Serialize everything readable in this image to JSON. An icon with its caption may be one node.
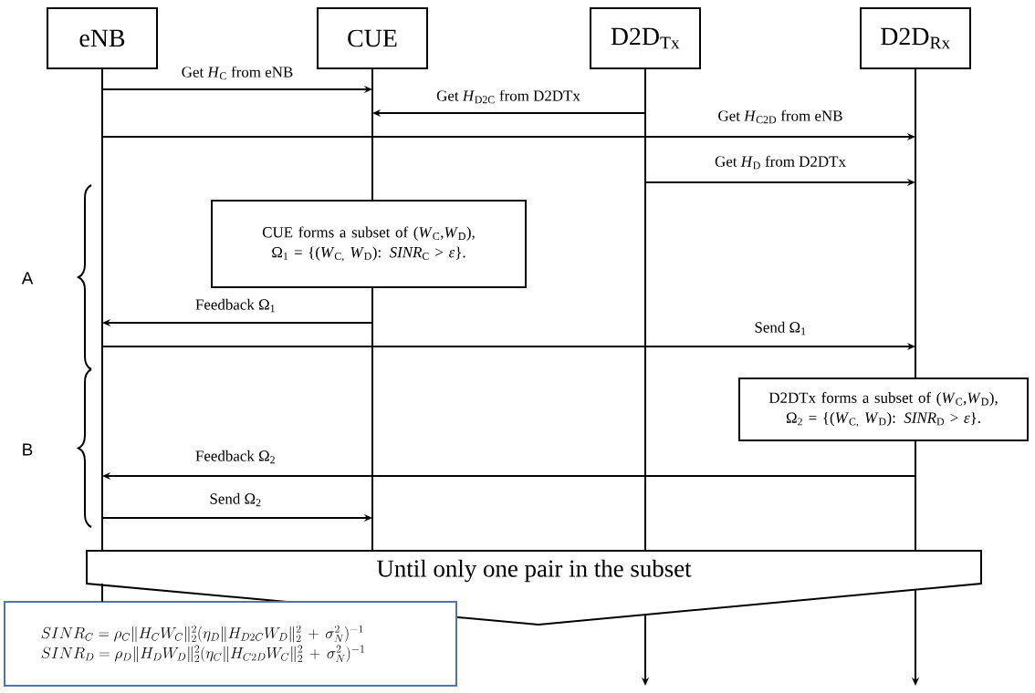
{
  "diagram": {
    "nodes": [
      {
        "text": [
          "eNB"
        ]
      },
      {
        "text": [
          "CUE"
        ]
      },
      {
        "text": [
          "D2D$_{Tx}$"
        ]
      },
      {
        "text": [
          "D2D$_{Rx}$"
        ]
      },
      {
        "text": [
          "CUE forms a subset of (*W*$_{C}$,*W*$_{D}$), Ω$_{1}$ = {(*W*$_{C,}$ *W*$_{D}$): *SINR*$_{C}$ > *ε*}."
        ]
      },
      {
        "text": [
          "D2DTx forms a subset of (*W*$_{C}$,*W*$_{D}$), Ω$_{2}$ = {(*W*$_{C,}$ *W*$_{D}$): *SINR*$_{D}$ > *ε*}."
        ]
      },
      {
        "text": [
          "Until only one pair in the subset"
        ]
      },
      {
        "text": [
          "SINR_C = \\rho_C \\|H_C W_C\\|_2^2 (\\eta_D \\|H_{D2C} W_D\\|_2^2 \\,+\\, \\sigma_N^2)^{-1}",
          "SINR_D = \\rho_D \\|H_D W_D\\|_2^2 (\\eta_C \\|H_{C2D} W_C\\|_2^2 \\,+\\, \\sigma_N^2)^{-1}"
        ]
      },
      {
        "text": [],
        "shape": "bar"
      },
      {
        "text": [],
        "shape": "bar"
      },
      {
        "text": [],
        "shape": "bar"
      },
      {
        "text": [],
        "shape": "bar"
      }
    ],
    "edges": [
      {
        "from": 8,
        "to": 9,
        "arrow": "to",
        "label": "Get *H*$_{C}$ from eNB"
      },
      {
        "from": 10,
        "to": 9,
        "arrow": "to",
        "label": "Get *H*$_{D2C}$ from D2DTx"
      },
      {
        "from": 8,
        "to": 11,
        "arrow": "to",
        "label": "Get *H*$_{C2D}$ from eNB"
      },
      {
        "from": 10,
        "to": 11,
        "arrow": "to",
        "label": "Get *H*$_{D}$ from D2DTx"
      },
      {
        "from": 9,
        "to": 8,
        "arrow": "to",
        "label": "Feedback Ω$_{1}$"
      },
      {
        "from": 8,
        "to": 11,
        "arrow": "to",
        "label": "Send Ω$_{1}$"
      },
      {
        "from": 11,
        "to": 8,
        "arrow": "to",
        "label": "Feedback Ω$_{2}$"
      },
      {
        "from": 8,
        "to": 9,
        "arrow": "to",
        "label": "Send Ω$_{2}$"
      },
      {
        "from": 6,
        "to": null,
        "arrow": "to"
      },
      {
        "from": 6,
        "to": null,
        "arrow": "to"
      },
      {
        "from": 6,
        "to": 7,
        "arrow": "none"
      }
    ],
    "labels": [
      "A",
      "B"
    ]
  }
}
